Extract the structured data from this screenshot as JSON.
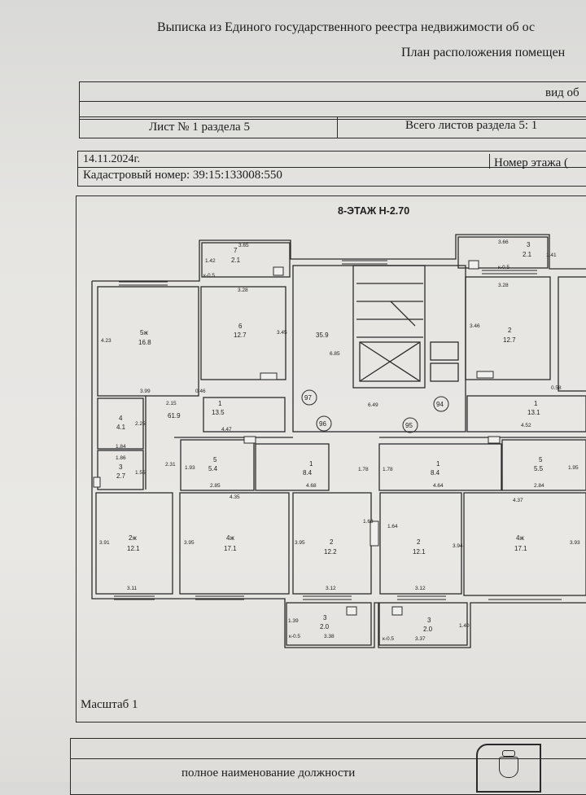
{
  "header": {
    "line1": "Выписка из Единого государственного реестра недвижимости об ос",
    "line2": "План расположения помещен",
    "row_view": "вид об",
    "sheet": "Лист № 1 раздела 5",
    "total_sheets": "Всего листов раздела 5: 1",
    "date": "14.11.2024г.",
    "cadastral": "Кадастровый номер: 39:15:133008:550",
    "floor_no": "Номер этажа ("
  },
  "plan": {
    "title": "8-ЭТАЖ  Н-2.70",
    "rooms": [
      {
        "num": "5ж",
        "area": "16.8"
      },
      {
        "num": "6",
        "area": "12.7"
      },
      {
        "num": "7",
        "area": "2.1"
      },
      {
        "num": "",
        "area": "35.9"
      },
      {
        "num": "2",
        "area": "12.7"
      },
      {
        "num": "3",
        "area": "2.1"
      },
      {
        "num": "4",
        "area": "4.1"
      },
      {
        "num": "3",
        "area": "2.7"
      },
      {
        "num": "",
        "area": "61.9"
      },
      {
        "num": "1",
        "area": "13.5"
      },
      {
        "num": "1",
        "area": "13.1"
      },
      {
        "num": "5",
        "area": "5.4"
      },
      {
        "num": "1",
        "area": "8.4"
      },
      {
        "num": "1",
        "area": "8.4"
      },
      {
        "num": "5",
        "area": "5.5"
      },
      {
        "num": "2ж",
        "area": "12.1"
      },
      {
        "num": "4ж",
        "area": "17.1"
      },
      {
        "num": "2",
        "area": "12.2"
      },
      {
        "num": "2",
        "area": "12.1"
      },
      {
        "num": "4ж",
        "area": "17.1"
      },
      {
        "num": "3",
        "area": "2.0"
      },
      {
        "num": "3",
        "area": "2.0"
      }
    ],
    "apartments": [
      "97",
      "94",
      "96",
      "95"
    ],
    "dims": [
      "3.65",
      "1.42",
      "к-0.5",
      "3.28",
      "4.23",
      "3.45",
      "6.85",
      "3.66",
      "1.41",
      "к-0.5",
      "3.28",
      "3.46",
      "3.99",
      "0.46",
      "2.15",
      "6.49",
      "0.58",
      "2.25",
      "1.84",
      "1.86",
      "1.55",
      "2.31",
      "4.47",
      "4.52",
      "1.93",
      "1.78",
      "1.78",
      "1.95",
      "2.85",
      "4.68",
      "4.64",
      "2.84",
      "4.35",
      "4.37",
      "3.91",
      "3.95",
      "3.95",
      "1.63",
      "1.64",
      "3.94",
      "3.93",
      "3.11",
      "3.12",
      "3.12",
      "1.39",
      "к-0.5",
      "3.38",
      "к-0.5",
      "3.37",
      "1.40"
    ],
    "scale_label": "Масштаб 1"
  },
  "footer": {
    "position_text": "полное наименование должности"
  },
  "icons": [
    "emblem-icon"
  ],
  "colors": {
    "ink": "#1b1b1b",
    "paper": "#e6e5e2"
  }
}
